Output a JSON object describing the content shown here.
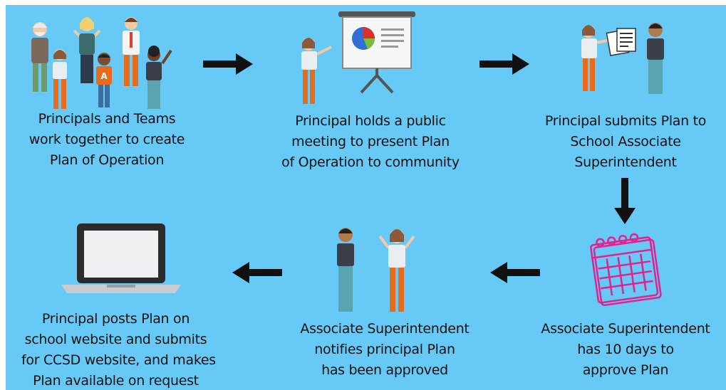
{
  "steps": [
    {
      "lines": [
        "Principals and Teams",
        "work together to create",
        "Plan of Operation"
      ]
    },
    {
      "lines": [
        "Principal holds a public",
        "meeting to present Plan",
        "of Operation to community"
      ]
    },
    {
      "lines": [
        "Principal submits Plan to",
        "School Associate",
        "Superintendent"
      ]
    },
    {
      "lines": [
        "Associate Superintendent",
        "has 10 days to",
        "approve Plan"
      ]
    },
    {
      "lines": [
        "Associate Superintendent",
        "notifies principal Plan",
        "has been approved"
      ]
    },
    {
      "lines": [
        "Principal posts Plan on",
        "school website and submits",
        "for CCSD website, and makes",
        "Plan available on request"
      ]
    }
  ],
  "icons": {
    "step1": "team-of-people-icon",
    "step2": "presentation-easel-icon",
    "step3": "handing-documents-icon",
    "step4": "calendar-icon",
    "step5": "two-people-approval-icon",
    "step6": "laptop-icon"
  },
  "colors": {
    "background": "#67c9f6",
    "arrow": "#111111",
    "text": "#111111",
    "calendar": "#e0238f"
  }
}
